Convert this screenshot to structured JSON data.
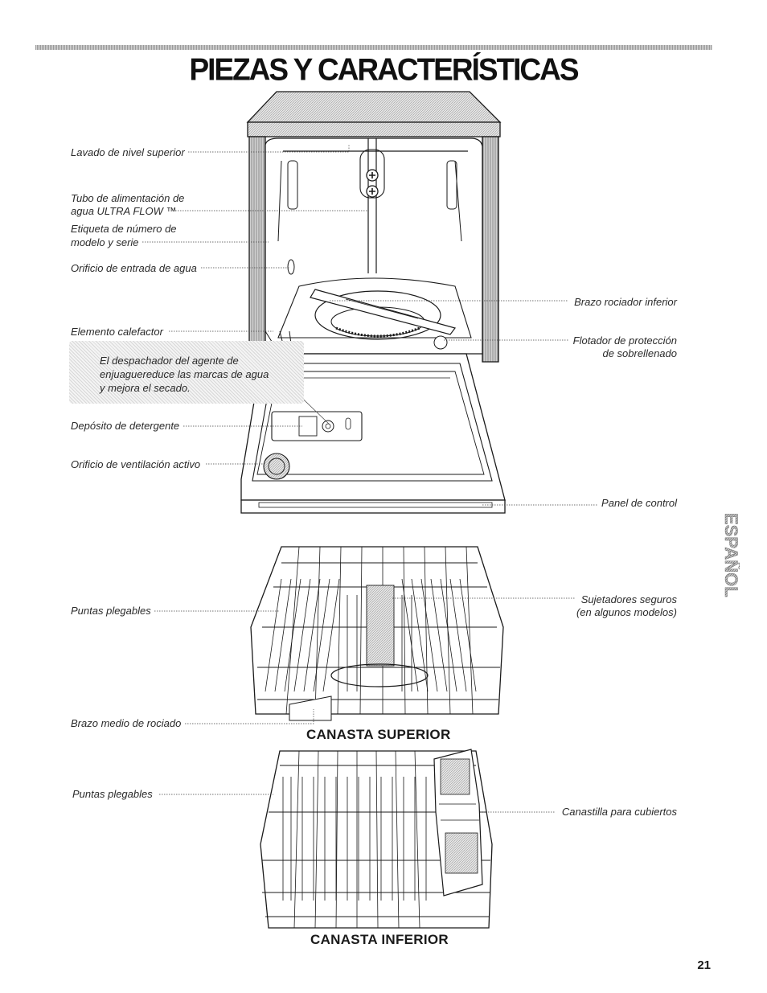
{
  "page": {
    "title": "PIEZAS Y CARACTERÍSTICAS",
    "page_number": "21",
    "side_tab": "ESPAÑOL"
  },
  "dishwasher": {
    "labels_left": {
      "lavado_nivel_superior": "Lavado de nivel superior",
      "tubo_line1": "Tubo de alimentación de",
      "tubo_line2": "agua ULTRA FLOW ™",
      "etiqueta_line1": "Etiqueta de número de",
      "etiqueta_line2": "modelo y serie",
      "orificio_entrada": "Orificio de entrada de agua",
      "elemento_calefactor": "Elemento calefactor",
      "deposito_detergente": "Depósito de detergente",
      "orificio_ventilacion": "Orificio de ventilación activo"
    },
    "labels_right": {
      "brazo_rociador_inferior": "Brazo rociador inferior",
      "flotador_line1": "Flotador de protección",
      "flotador_line2": "de sobrellenado",
      "panel_control": "Panel de control"
    },
    "callout": "El despachador del agente de\nenjuaguereduce las marcas de agua\ny mejora el secado."
  },
  "upper_rack": {
    "title": "CANASTA SUPERIOR",
    "puntas_plegables": "Puntas plegables",
    "sujetadores_line1": "Sujetadores seguros",
    "sujetadores_line2": "(en algunos modelos)",
    "brazo_medio": "Brazo medio de rociado"
  },
  "lower_rack": {
    "title": "CANASTA INFERIOR",
    "puntas_plegables": "Puntas plegables",
    "canastilla_cubiertos": "Canastilla para cubiertos"
  }
}
